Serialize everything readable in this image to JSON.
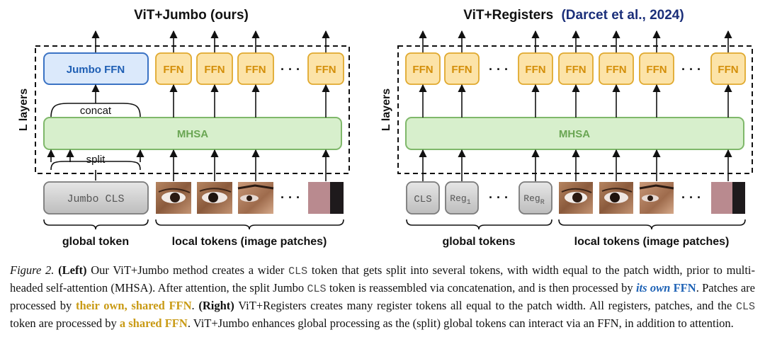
{
  "left_panel": {
    "title": "ViT+Jumbo (ours)",
    "layers_label": "L layers",
    "jumbo_ffn_label": "Jumbo FFN",
    "ffn_label": "FFN",
    "ellipsis": "· · ·",
    "concat_label": "concat",
    "split_label": "split",
    "mhsa_label": "MHSA",
    "cls_token_label": "Jumbo CLS",
    "global_token_label": "global token",
    "local_tokens_label": "local tokens (image patches)"
  },
  "right_panel": {
    "title": "ViT+Registers",
    "citation": "(Darcet et al., 2024)",
    "layers_label": "L layers",
    "ffn_label": "FFN",
    "ellipsis": "· · ·",
    "mhsa_label": "MHSA",
    "cls_label": "CLS",
    "reg_label": "Reg",
    "reg_first_sub": "1",
    "reg_last_sub": "R",
    "global_tokens_label": "global tokens",
    "local_tokens_label": "local tokens (image patches)"
  },
  "caption": {
    "figure_label": "Figure 2.",
    "left_tag": "(Left)",
    "t1": " Our ViT+Jumbo method creates a wider ",
    "cls1": "CLS",
    "t2": " token that gets split into several tokens, with width equal to the patch width, prior to multi-headed self-attention (MHSA). After attention, the split Jumbo ",
    "cls2": "CLS",
    "t3": " token is reassembled via concatenation, and is then processed by ",
    "its_own": "its own",
    "ffn1": " FFN",
    "t4": ". Patches are processed by ",
    "their_own": "their own, shared FFN",
    "t5": ". ",
    "right_tag": "(Right)",
    "t6": " ViT+Registers creates many register tokens all equal to the patch width. All registers, patches, and the ",
    "cls3": "CLS",
    "t7": " token are processed by ",
    "shared_ffn": "a shared FFN",
    "t8": ". ViT+Jumbo enhances global processing as the (split) global tokens can interact via an FFN, in addition to attention."
  },
  "colors": {
    "ffn_fill": "#fce3a8",
    "ffn_stroke": "#e0a92e",
    "ffn_text": "#d48f0a",
    "jumbo_fill": "#dbe9fb",
    "jumbo_stroke": "#3b73c4",
    "jumbo_text": "#1f5fb4",
    "mhsa_fill": "#d7efcc",
    "mhsa_stroke": "#7fb86a",
    "mhsa_text": "#6aa653",
    "token_fill": "#cfcfcf",
    "token_stroke": "#7a7a7a",
    "citation_color": "#1b2f7a"
  }
}
